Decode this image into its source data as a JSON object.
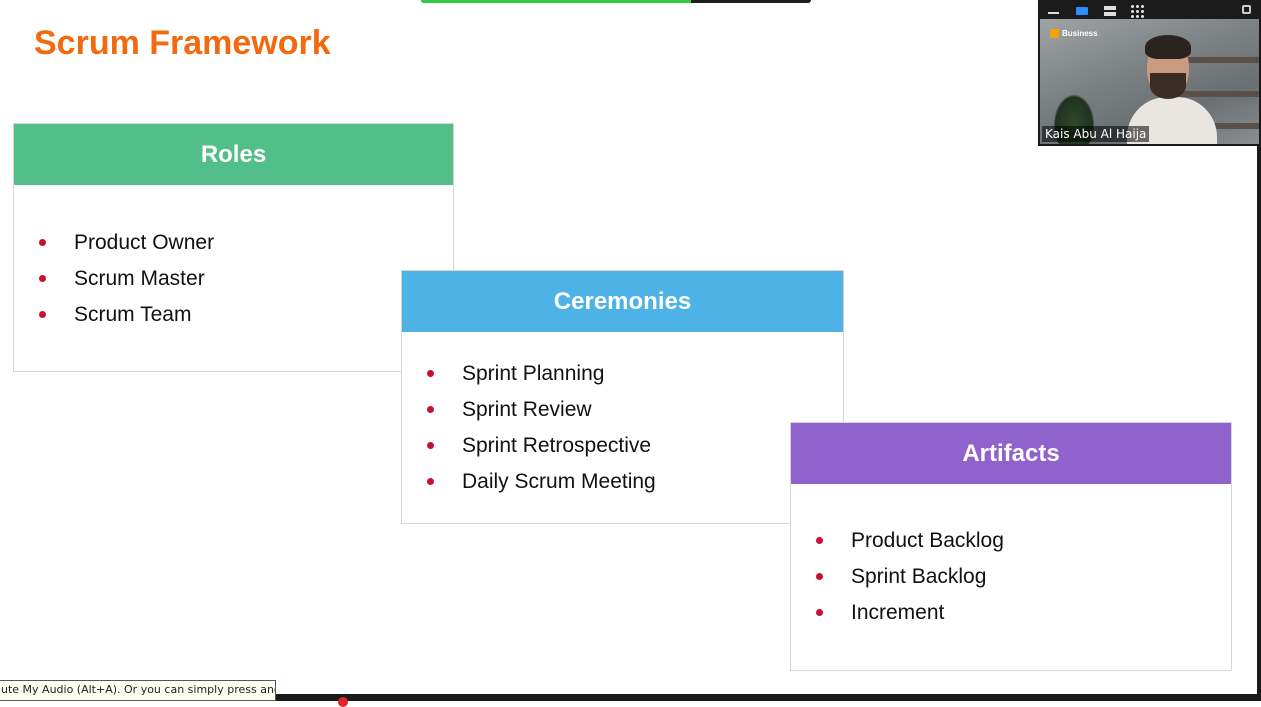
{
  "slide": {
    "title": "Scrum Framework",
    "cards": {
      "roles": {
        "header": "Roles",
        "color": "#52bf88",
        "items": [
          "Product Owner",
          "Scrum Master",
          "Scrum Team"
        ]
      },
      "ceremonies": {
        "header": "Ceremonies",
        "color": "#4db3e6",
        "items": [
          "Sprint Planning",
          "Sprint Review",
          "Sprint Retrospective",
          "Daily Scrum Meeting"
        ]
      },
      "artifacts": {
        "header": "Artifacts",
        "color": "#9062cc",
        "items": [
          "Product Backlog",
          "Sprint Backlog",
          "Increment"
        ]
      }
    },
    "bullet_color": "#c8102e",
    "title_color": "#f26a10"
  },
  "video": {
    "participant_name": "Kais Abu Al Haija",
    "logo_text": "Business",
    "toolbar_icons": [
      "minimize-icon",
      "active-speaker-icon",
      "strip-view-icon",
      "gallery-view-icon",
      "exit-video-icon"
    ]
  },
  "tooltip": {
    "text": "ute My Audio (Alt+A). Or you can simply press and"
  }
}
